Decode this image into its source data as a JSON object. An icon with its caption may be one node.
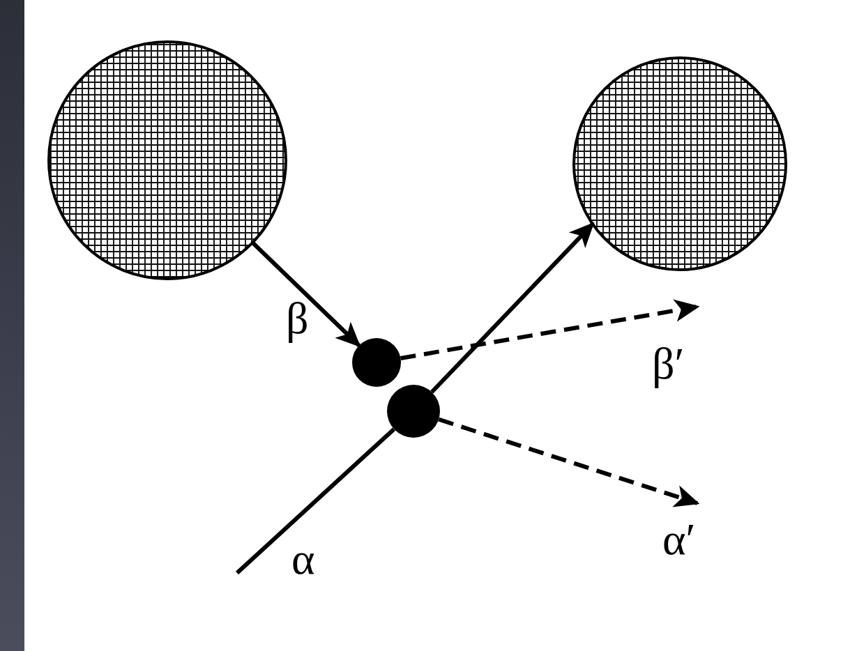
{
  "diagram": {
    "nodes": [
      {
        "text": [],
        "shape": "circle"
      },
      {
        "text": [],
        "shape": "circle"
      },
      {
        "text": [],
        "shape": "circle"
      },
      {
        "text": [],
        "shape": "circle"
      }
    ],
    "edges": [
      {
        "from": 0,
        "to": 2,
        "arrow": "to",
        "label": "β"
      },
      {
        "from": null,
        "to": 3,
        "arrow": "none",
        "label": "α"
      },
      {
        "from": 3,
        "to": 1,
        "arrow": "to"
      },
      {
        "from": 2,
        "to": null,
        "arrow": "to",
        "style": "dashed",
        "label": "β′"
      },
      {
        "from": 3,
        "to": null,
        "arrow": "to",
        "style": "dashed",
        "label": "α′"
      }
    ]
  }
}
